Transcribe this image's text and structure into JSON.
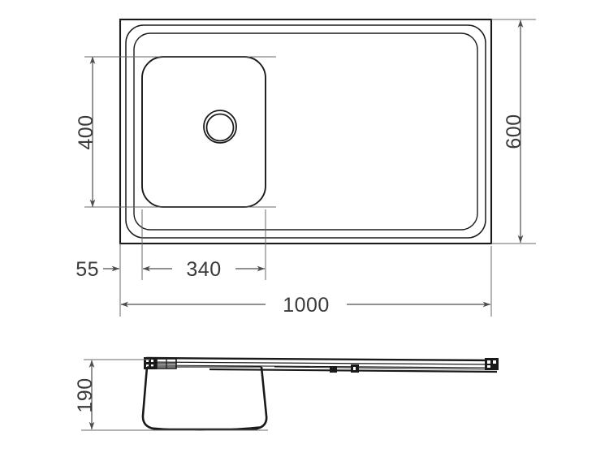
{
  "drawing": {
    "type": "technical-drawing",
    "subject": "kitchen-sink",
    "units": "mm",
    "views": [
      {
        "name": "plan-view",
        "label": ""
      },
      {
        "name": "section-view",
        "label": ""
      }
    ],
    "dimensions": {
      "overall_width": "1000",
      "overall_depth": "600",
      "bowl_width": "340",
      "bowl_depth": "400",
      "left_margin": "55",
      "bowl_height": "190"
    },
    "colors": {
      "outline": "#1a1a1a",
      "dimension_line": "#4d4d4d",
      "text": "#3a3a3a",
      "background": "#ffffff"
    }
  }
}
